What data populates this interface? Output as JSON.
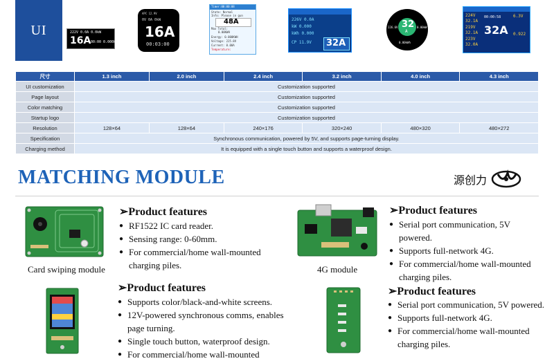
{
  "top": {
    "label": "UI",
    "screens": {
      "s1": {
        "row1": "222V  0.0A  0.0kW",
        "big": "16A",
        "small": "00:00  0.000kWh"
      },
      "s2": {
        "row0": "APC 12.9V",
        "row1": "0V  0A  0kW",
        "big": "16A",
        "time": "00:03:00"
      },
      "s3": {
        "l1": "Timer:00:00:08",
        "l2": "State: Normal",
        "l3": "Info: Please in gun",
        "big": "48A",
        "l4": "Max Total:",
        "l5": "0.00KWH",
        "l6": "Energy: 0.000KWH",
        "l7": "Voltage: 225.8V",
        "l8": "Current: 0.00A",
        "l9": "Temperature:"
      },
      "s4": {
        "r1": "226V  0.0A",
        "r2": "kW  0.000",
        "r3": "kWh  0.000",
        "r4": "CP  11.9V",
        "big": "32A"
      },
      "s5": {
        "big": "32",
        "unit": "A",
        "left": "226.6V",
        "right": "0.00kW",
        "bottom": "0.00kWh"
      },
      "s6": {
        "r1": "224V",
        "r2": "32.1A",
        "r3": "219V",
        "r4": "32.1A",
        "r5": "223V",
        "r6": "32.0A",
        "big": "32A",
        "kw": "6.3V",
        "kwh": "0.922",
        "time": "00:00:58"
      }
    }
  },
  "spec_table": {
    "columns": [
      "尺寸",
      "1.3 inch",
      "2.0 inch",
      "2.4 inch",
      "3.2 inch",
      "4.0 inch",
      "4.3 inch"
    ],
    "rows": [
      {
        "label": "UI customization",
        "span": "Customization supported"
      },
      {
        "label": "Page layout",
        "span": "Customization supported"
      },
      {
        "label": "Color matching",
        "span": "Customization supported"
      },
      {
        "label": "Startup logo",
        "span": "Customization supported"
      },
      {
        "label": "Resolution",
        "cells": [
          "128×64",
          "128×64",
          "240×176",
          "320×240",
          "480×320",
          "480×272"
        ]
      },
      {
        "label": "Specification",
        "span": "Synchronous communication, powered by 5V, and supports page-turning display."
      },
      {
        "label": "Charging method",
        "span": "It is equipped with a single touch button and supports a waterproof design."
      }
    ]
  },
  "section": {
    "title": "MATCHING MODULE",
    "brand": "源创力"
  },
  "modules": [
    {
      "caption": "Card swiping module",
      "feature_title": "➢Product features",
      "features": [
        "RF1522 IC card reader.",
        "Sensing range: 0-60mm.",
        "For commercial/home wall-mounted charging piles."
      ]
    },
    {
      "caption": "4G module",
      "feature_title": "➢Product features",
      "features": [
        "Serial port communication, 5V powered.",
        "Supports full-network 4G.",
        "For commercial/home wall-mounted charging piles."
      ]
    },
    {
      "caption": "",
      "feature_title": "➢Product features",
      "features": [
        "Supports color/black-and-white screens.",
        "12V-powered synchronous comms, enables page turning.",
        "Single touch button, waterproof design.",
        "For commercial/home wall-mounted"
      ]
    },
    {
      "caption": "",
      "feature_title": "➢Product features",
      "features": [
        "Serial port communication, 5V powered.",
        "Supports full-network 4G.",
        "For commercial/home wall-mounted charging piles."
      ]
    }
  ],
  "colors": {
    "accent": "#1e63b8",
    "table_header": "#2b5aa8",
    "table_cell": "#dbe6f5",
    "pcb_green": "#2e8b3e"
  }
}
